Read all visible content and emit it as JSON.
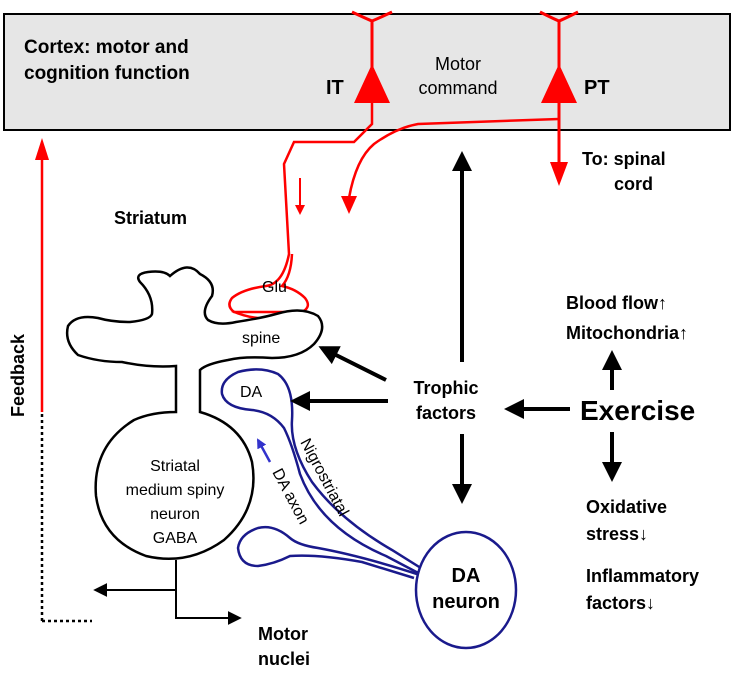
{
  "cortex": {
    "title_line1": "Cortex: motor and",
    "title_line2": "cognition function",
    "motor_line1": "Motor",
    "motor_line2": "command",
    "it_label": "IT",
    "pt_label": "PT"
  },
  "spinal": {
    "line1": "To: spinal",
    "line2": "cord"
  },
  "striatum_label": "Striatum",
  "glu_label": "Glu",
  "spine_label": "spine",
  "da_terminal_label": "DA",
  "neuron": {
    "line1": "Striatal",
    "line2": "medium spiny",
    "line3": "neuron",
    "line4": "GABA"
  },
  "nigrostriatal_label": "Nigrostriatal",
  "da_axon_label": "DA axon",
  "da_neuron": {
    "line1": "DA",
    "line2": "neuron"
  },
  "trophic": {
    "line1": "Trophic",
    "line2": "factors"
  },
  "exercise_label": "Exercise",
  "blood_flow_label": "Blood flow↑",
  "mitochondria_label": "Mitochondria↑",
  "oxidative": {
    "line1": "Oxidative",
    "line2": "stress↓"
  },
  "inflammatory": {
    "line1": "Inflammatory",
    "line2": "factors↓"
  },
  "feedback_label": "Feedback",
  "motor_nuclei": {
    "line1": "Motor",
    "line2": "nuclei"
  },
  "colors": {
    "red": "#ff0000",
    "navy": "#1a1a8c",
    "blue_arrow": "#3333cc",
    "box_fill": "#e6e6e6",
    "black": "#000000"
  }
}
